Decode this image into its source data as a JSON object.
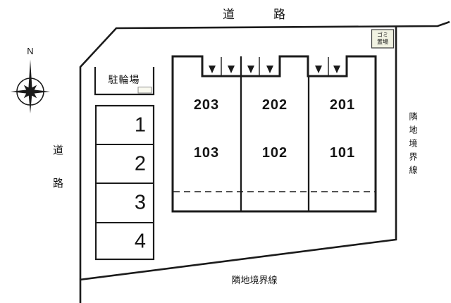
{
  "site_plan": {
    "road_label_top": "道路",
    "road_label_left": "道路",
    "adjacent_boundary_label_right": "隣地境界線",
    "adjacent_boundary_label_bottom": "隣地境界線",
    "compass": {
      "north_label": "N"
    },
    "bicycle_parking": {
      "label": "駐輪場"
    },
    "garbage_area": {
      "line1": "ゴミ",
      "line2": "置場"
    },
    "building": {
      "units_second_floor": [
        "203",
        "202",
        "201"
      ],
      "units_first_floor": [
        "103",
        "102",
        "101"
      ]
    },
    "parking_spaces": [
      "1",
      "2",
      "3",
      "4"
    ],
    "colors": {
      "line": "#1b1b1b",
      "garbage_fill": "#f1f2e2",
      "bike_marker_fill": "#fafaf0",
      "background": "#ffffff"
    }
  }
}
